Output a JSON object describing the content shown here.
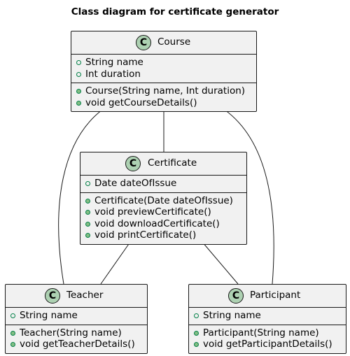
{
  "title": "Class diagram for certificate generator",
  "classes": {
    "course": {
      "badge": "C",
      "name": "Course",
      "fields": [
        "String name",
        "Int duration"
      ],
      "methods": [
        "Course(String name, Int duration)",
        "void getCourseDetails()"
      ]
    },
    "certificate": {
      "badge": "C",
      "name": "Certificate",
      "fields": [
        "Date dateOfIssue"
      ],
      "methods": [
        "Certificate(Date dateOfIssue)",
        "void previewCertificate()",
        "void downloadCertificate()",
        "void printCertificate()"
      ]
    },
    "teacher": {
      "badge": "C",
      "name": "Teacher",
      "fields": [
        "String name"
      ],
      "methods": [
        "Teacher(String name)",
        "void getTeacherDetails()"
      ]
    },
    "participant": {
      "badge": "C",
      "name": "Participant",
      "fields": [
        "String name"
      ],
      "methods": [
        "Participant(String name)",
        "void getParticipantDetails()"
      ]
    }
  },
  "colors": {
    "box_fill": "#f1f1f1",
    "box_border": "#181818",
    "badge_fill": "#add1b2",
    "method_icon": "#84be84",
    "icon_border": "#038048"
  }
}
